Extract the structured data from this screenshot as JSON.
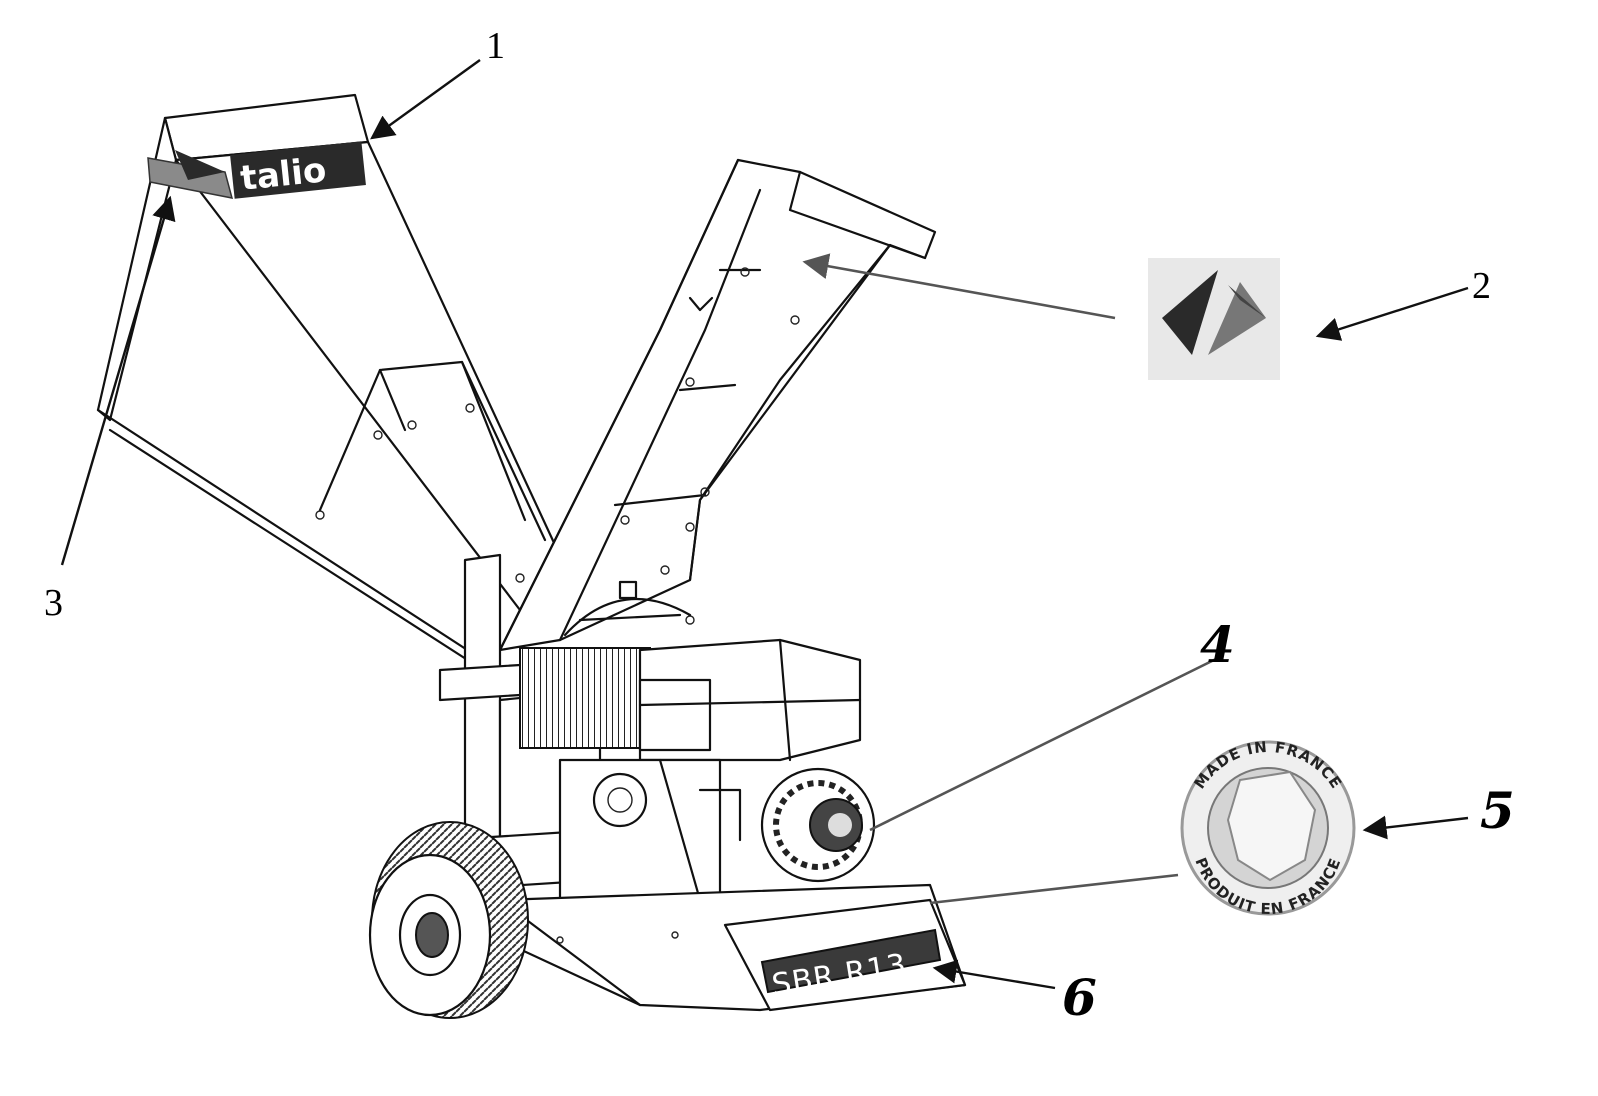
{
  "callouts": {
    "c1": "1",
    "c2": "2",
    "c3": "3",
    "c4": "4",
    "c5": "5",
    "c6": "6"
  },
  "plate": {
    "text": "SBR R13"
  },
  "hopper_logo": {
    "text": "talio"
  },
  "badge": {
    "top_text": "MADE IN FRANCE",
    "bottom_text": "PRODUIT EN FRANCE"
  },
  "colors": {
    "ink": "#111111",
    "plate": "#3a3a3a",
    "badge_ring": "#dcdcdc",
    "logo_dark": "#2a2a2a",
    "logo_grey": "#8a8a8a"
  }
}
